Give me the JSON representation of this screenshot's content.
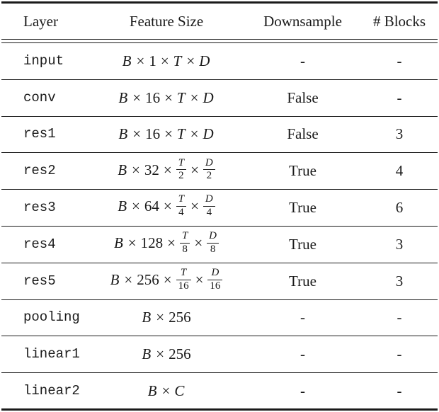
{
  "table": {
    "headers": [
      "Layer",
      "Feature Size",
      "Downsample",
      "# Blocks"
    ],
    "rows": [
      {
        "layer": "input",
        "feature": "B × 1 × T × D",
        "downsample": "-",
        "blocks": "-"
      },
      {
        "layer": "conv",
        "feature": "B × 16 × T × D",
        "downsample": "False",
        "blocks": "-"
      },
      {
        "layer": "res1",
        "feature": "B × 16 × T × D",
        "downsample": "False",
        "blocks": "3"
      },
      {
        "layer": "res2",
        "feature": "B × 32 × T/2 × D/2",
        "downsample": "True",
        "blocks": "4"
      },
      {
        "layer": "res3",
        "feature": "B × 64 × T/4 × D/4",
        "downsample": "True",
        "blocks": "6"
      },
      {
        "layer": "res4",
        "feature": "B × 128 × T/8 × D/8",
        "downsample": "True",
        "blocks": "3"
      },
      {
        "layer": "res5",
        "feature": "B × 256 × T/16 × D/16",
        "downsample": "True",
        "blocks": "3"
      },
      {
        "layer": "pooling",
        "feature": "B × 256",
        "downsample": "-",
        "blocks": "-"
      },
      {
        "layer": "linear1",
        "feature": "B × 256",
        "downsample": "-",
        "blocks": "-"
      },
      {
        "layer": "linear2",
        "feature": "B × C",
        "downsample": "-",
        "blocks": "-"
      }
    ],
    "colors": {
      "text": "#1a1a1a",
      "rule": "#1a1a1a",
      "background": "#ffffff"
    }
  }
}
